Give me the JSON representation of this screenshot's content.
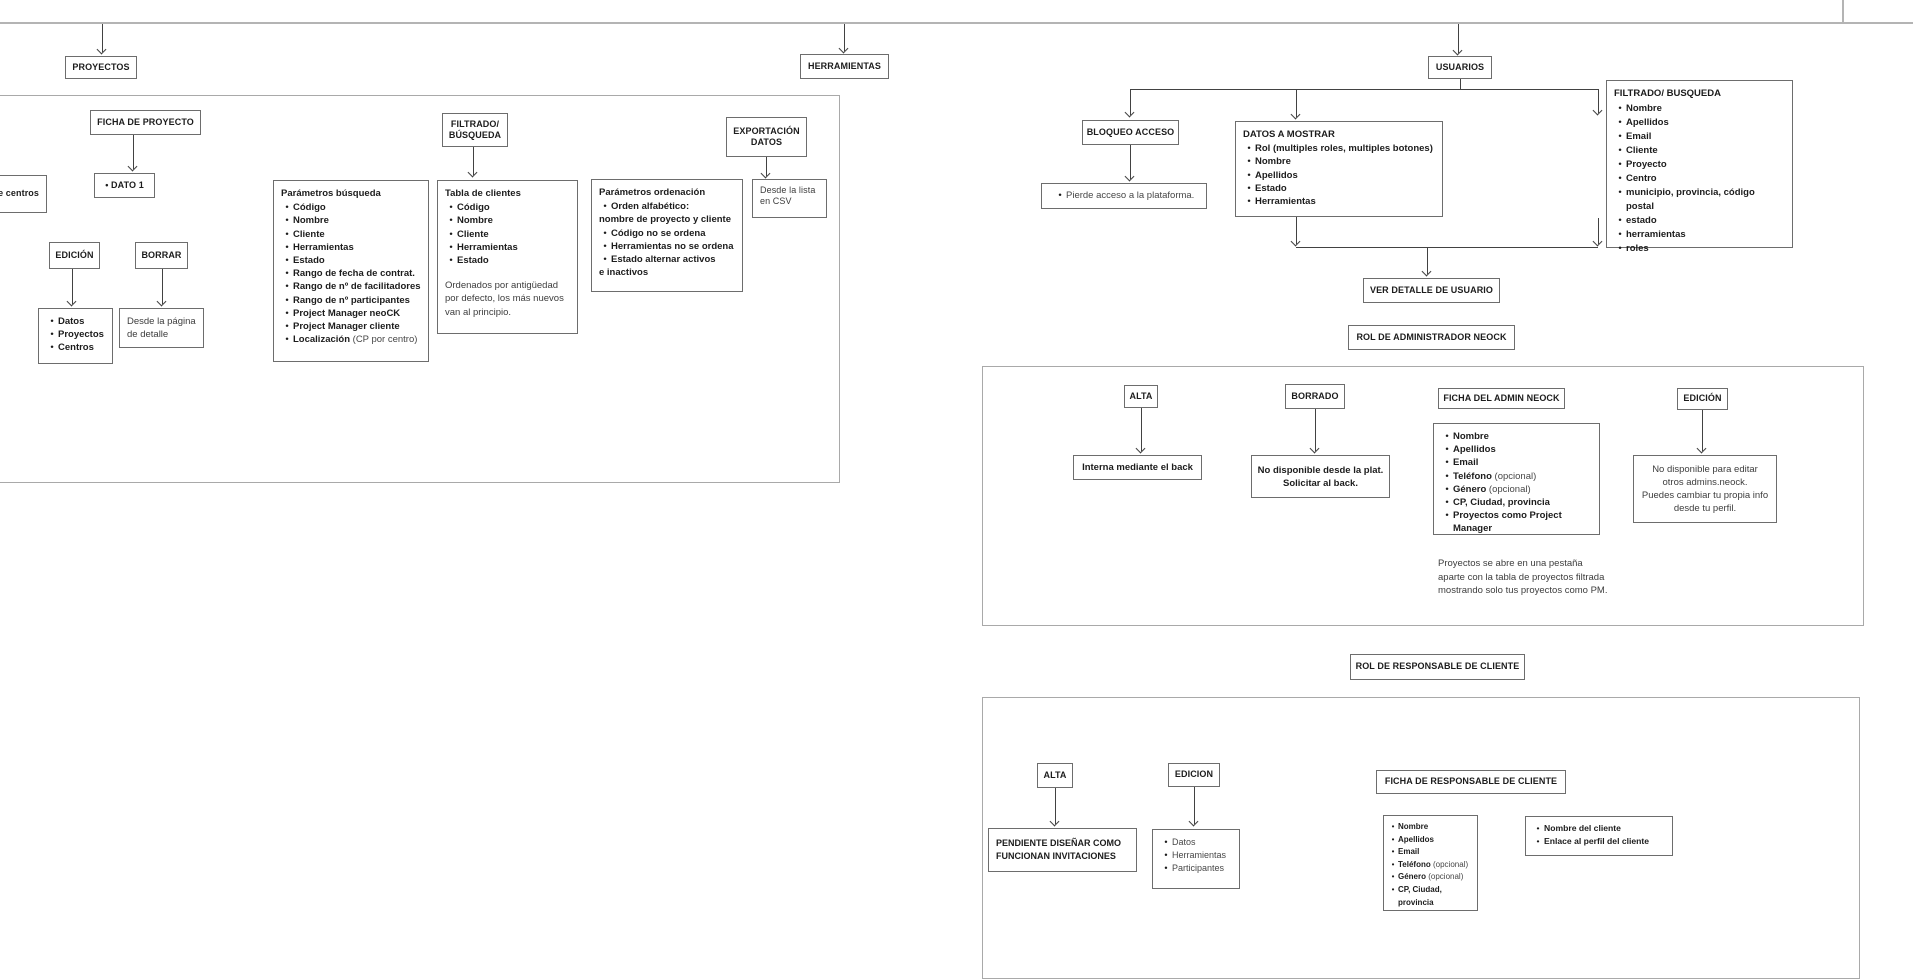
{
  "colors": {
    "background": "#ffffff",
    "box_border": "#6d6d6d",
    "frame_border": "#a9a9a9",
    "connector": "#424242",
    "text": "#1c1c1c",
    "muted_text": "#474747",
    "top_rule": "#b4b4b4"
  },
  "roots": {
    "proyectos": "PROYECTOS",
    "herramientas": "HERRAMIENTAS",
    "usuarios": "USUARIOS"
  },
  "proy": {
    "ficha": {
      "label": "FICHA DE PROYECTO"
    },
    "dato1": {
      "label": "•  DATO 1"
    },
    "centros": {
      "label": "e centros"
    },
    "edicion": {
      "label": "EDICIÓN",
      "items": [
        {
          "text": "Datos"
        },
        {
          "text": "Proyectos"
        },
        {
          "text": "Centros"
        }
      ]
    },
    "borrar": {
      "label": "BORRAR",
      "note": "Desde la página\nde detalle"
    },
    "filtrado": {
      "label": "FILTRADO/\nBÚSQUEDA",
      "busqueda": {
        "title": "Parámetros búsqueda",
        "items": [
          {
            "text": "Código"
          },
          {
            "text": "Nombre"
          },
          {
            "text": "Cliente"
          },
          {
            "text": "Herramientas"
          },
          {
            "text": "Estado"
          },
          {
            "text": "Rango de fecha de contrat."
          },
          {
            "text": "Rango de nº de facilitadores"
          },
          {
            "text": "Rango de nº participantes"
          },
          {
            "text": "Project Manager neoCK"
          },
          {
            "text": "Project Manager cliente"
          },
          {
            "text": "Localización",
            "suffix": "(CP por centro)"
          }
        ]
      },
      "tabla": {
        "title": "Tabla de clientes",
        "items": [
          {
            "text": "Código"
          },
          {
            "text": "Nombre"
          },
          {
            "text": "Cliente"
          },
          {
            "text": "Herramientas"
          },
          {
            "text": "Estado"
          }
        ],
        "note": "Ordenados por antigüedad por defecto, los más nuevos van al principio."
      },
      "ordenacion": {
        "title": "Parámetros ordenación",
        "items": [
          {
            "text": "Orden alfabético:"
          },
          {
            "text": "nombre de proyecto y cliente",
            "bullet": false
          },
          {
            "text": "Código no se ordena"
          },
          {
            "text": "Herramientas no se ordena"
          },
          {
            "text": "Estado alternar activos"
          },
          {
            "text": "e inactivos",
            "bullet": false
          }
        ]
      }
    },
    "exportacion": {
      "label": "EXPORTACIÓN\nDATOS",
      "note": "Desde la lista\nen CSV"
    }
  },
  "usu": {
    "bloqueo": {
      "label": "BLOQUEO ACCESO",
      "items": [
        {
          "text": "Pierde acceso a la plataforma.",
          "bold": false
        }
      ]
    },
    "datos": {
      "title": "DATOS A MOSTRAR",
      "items": [
        {
          "text": "Rol (multiples roles, multiples botones)"
        },
        {
          "text": "Nombre"
        },
        {
          "text": "Apellidos"
        },
        {
          "text": "Estado"
        },
        {
          "text": "Herramientas"
        }
      ]
    },
    "filtrado": {
      "title": "FILTRADO/ BUSQUEDA",
      "items": [
        {
          "text": "Nombre"
        },
        {
          "text": "Apellidos"
        },
        {
          "text": "Email"
        },
        {
          "text": "Cliente"
        },
        {
          "text": "Proyecto"
        },
        {
          "text": "Centro"
        },
        {
          "text": "municipio, provincia, código postal"
        },
        {
          "text": "estado"
        },
        {
          "text": "herramientas"
        },
        {
          "text": "roles"
        }
      ]
    },
    "ver_detalle": {
      "label": "VER DETALLE DE USUARIO"
    }
  },
  "admin": {
    "header": "ROL DE ADMINISTRADOR NEOCK",
    "alta": {
      "label": "ALTA",
      "note": "Interna mediante el back"
    },
    "borrado": {
      "label": "BORRADO",
      "note": "No disponible desde la plat.\nSolicitar al back."
    },
    "ficha": {
      "label": "FICHA DEL ADMIN NEOCK",
      "items": [
        {
          "text": "Nombre"
        },
        {
          "text": "Apellidos"
        },
        {
          "text": "Email"
        },
        {
          "text": "Teléfono",
          "suffix": "(opcional)"
        },
        {
          "text": "Género",
          "suffix": "(opcional)"
        },
        {
          "text": "CP, Ciudad, provincia"
        },
        {
          "text": "Proyectos como Project Manager"
        }
      ],
      "note": "Proyectos se abre en una pestaña aparte con la tabla de proyectos filtrada mostrando solo tus proyectos como PM."
    },
    "edicion": {
      "label": "EDICIÓN",
      "note": "No disponible para editar\notros admins.neock.\nPuedes cambiar tu propia info\ndesde tu perfil."
    }
  },
  "resp": {
    "header": "ROL DE RESPONSABLE DE CLIENTE",
    "alta": {
      "label": "ALTA",
      "note": "PENDIENTE DISEÑAR COMO\nFUNCIONAN INVITACIONES"
    },
    "edicion": {
      "label": "EDICION",
      "items": [
        {
          "text": "Datos",
          "bold": false
        },
        {
          "text": "Herramientas",
          "bold": false
        },
        {
          "text": "Participantes",
          "bold": false
        }
      ]
    },
    "ficha": {
      "label": "FICHA DE RESPONSABLE DE CLIENTE",
      "items": [
        {
          "text": "Nombre"
        },
        {
          "text": "Apellidos"
        },
        {
          "text": "Email"
        },
        {
          "text": "Teléfono",
          "suffix": "(opcional)"
        },
        {
          "text": "Género",
          "suffix": "(opcional)"
        },
        {
          "text": "CP, Ciudad, provincia"
        }
      ]
    },
    "cliente": {
      "items": [
        {
          "text": "Nombre del cliente"
        },
        {
          "text": "Enlace al perfil del cliente"
        }
      ]
    }
  }
}
